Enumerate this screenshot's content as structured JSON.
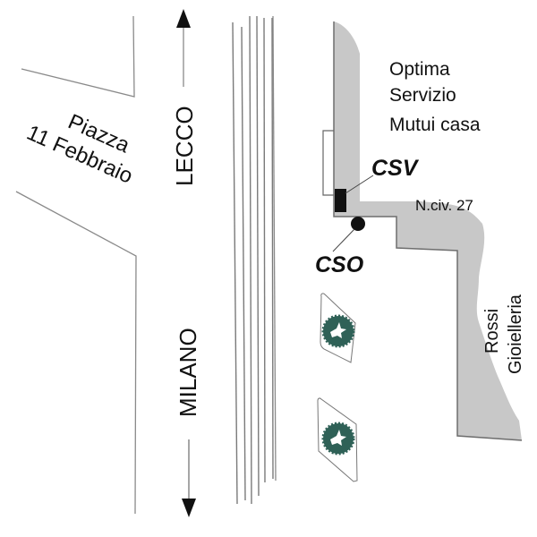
{
  "map": {
    "colors": {
      "building_fill": "#c8c8c8",
      "building_edge": "#6e6e6e",
      "tree": "#2f6157",
      "text": "#111111",
      "marker": "#111111"
    },
    "labels": {
      "piazza_line1": "Piazza",
      "piazza_line2": "11 Febbraio",
      "lecco": "LECCO",
      "milano": "MILANO",
      "optima_line1": "Optima",
      "optima_line2": "Servizio",
      "optima_line3": "Mutui casa",
      "csv": "CSV",
      "cso": "CSO",
      "street_number": "N.civ. 27",
      "rossi_line1": "Rossi",
      "rossi_line2": "Gioielleria"
    },
    "icons": {
      "arrow_up": "arrow-up-icon",
      "arrow_down": "arrow-down-icon",
      "tree": "tree-icon",
      "csv_marker": "square-marker-icon",
      "cso_marker": "circle-marker-icon"
    }
  }
}
